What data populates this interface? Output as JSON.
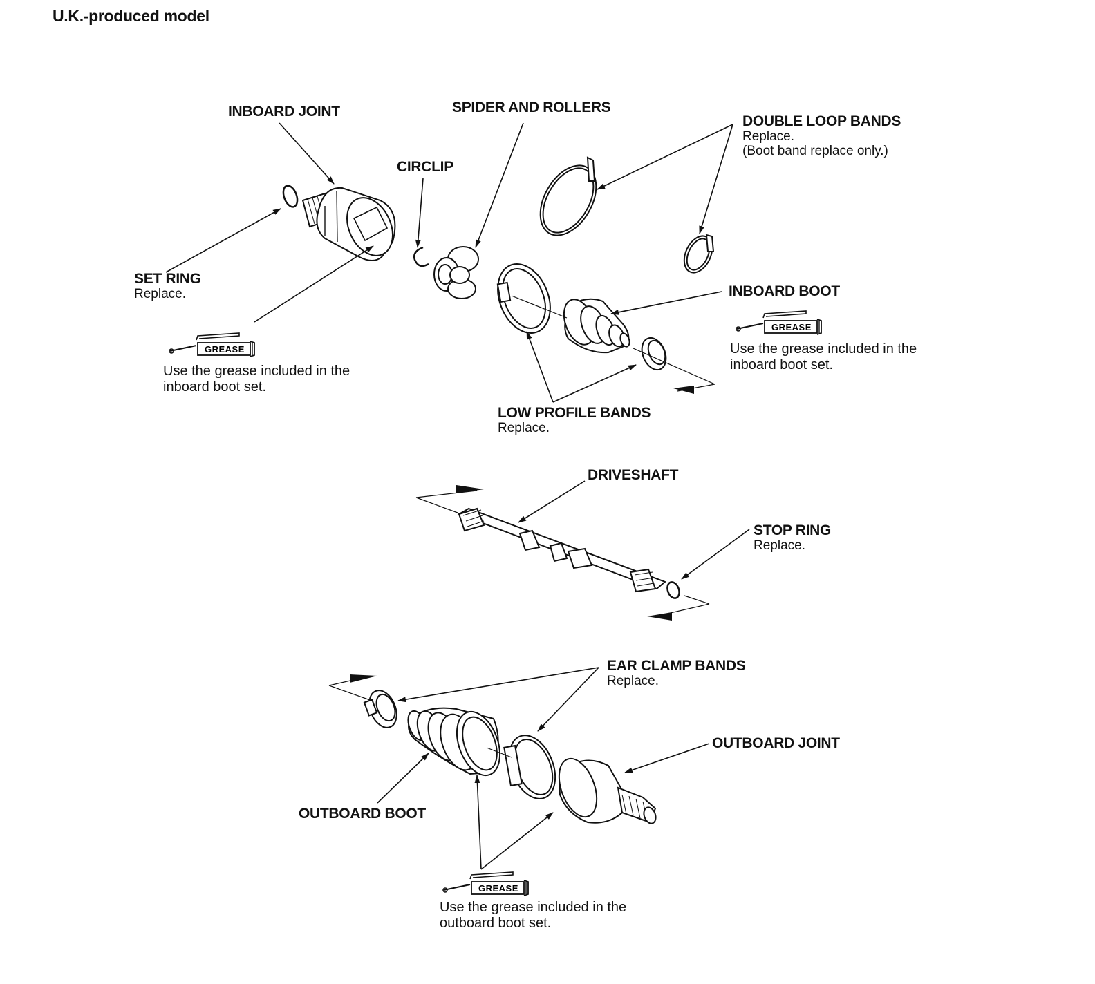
{
  "title": "U.K.-produced model",
  "parts": {
    "inboard_joint": {
      "name": "INBOARD JOINT"
    },
    "spider_and_rollers": {
      "name": "SPIDER AND ROLLERS"
    },
    "circlip": {
      "name": "CIRCLIP"
    },
    "double_loop_bands": {
      "name": "DOUBLE LOOP BANDS",
      "note1": "Replace.",
      "note2": "(Boot band replace only.)"
    },
    "set_ring": {
      "name": "SET RING",
      "note": "Replace."
    },
    "inboard_boot": {
      "name": "INBOARD BOOT"
    },
    "low_profile_bands": {
      "name": "LOW PROFILE BANDS",
      "note": "Replace."
    },
    "driveshaft": {
      "name": "DRIVESHAFT"
    },
    "stop_ring": {
      "name": "STOP RING",
      "note": "Replace."
    },
    "ear_clamp_bands": {
      "name": "EAR CLAMP BANDS",
      "note": "Replace."
    },
    "outboard_joint": {
      "name": "OUTBOARD JOINT"
    },
    "outboard_boot": {
      "name": "OUTBOARD BOOT"
    }
  },
  "grease_notes": {
    "inboard_left": {
      "line1": "Use the grease included in the",
      "line2": "inboard boot set."
    },
    "inboard_right": {
      "line1": "Use the grease included in the",
      "line2": "inboard boot set."
    },
    "outboard": {
      "line1": "Use the grease included in the",
      "line2": "outboard boot set."
    }
  },
  "grease_tube_label": "GREASE"
}
